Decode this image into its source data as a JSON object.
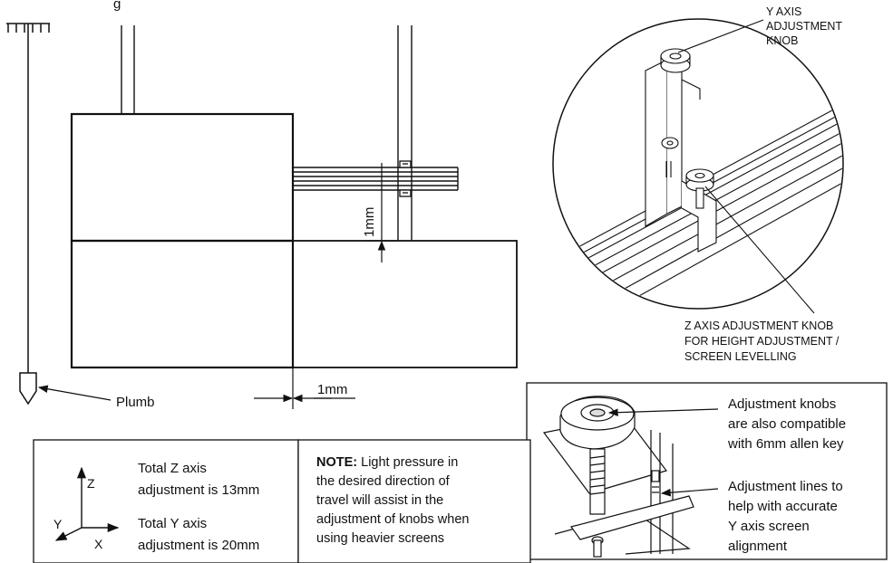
{
  "top_left_fragment": "g",
  "callouts": {
    "y_axis_knob": [
      "Y AXIS",
      "ADJUSTMENT",
      "KNOB"
    ],
    "z_axis_knob": [
      "Z AXIS ADJUSTMENT KNOB",
      "FOR HEIGHT ADJUSTMENT /",
      "SCREEN LEVELLING"
    ],
    "plumb": "Plumb",
    "vertical_gap": "1mm",
    "horizontal_gap": "1mm",
    "knob_compat": [
      "Adjustment knobs",
      "are also compatible",
      "with 6mm allen key"
    ],
    "adjust_lines": [
      "Adjustment lines to",
      "help with accurate",
      "Y axis screen",
      "alignment"
    ]
  },
  "axes_box": {
    "axis_labels": {
      "z": "Z",
      "y": "Y",
      "x": "X"
    },
    "z_total": [
      "Total Z axis",
      "adjustment is 13mm"
    ],
    "y_total": [
      "Total Y axis",
      "adjustment is 20mm"
    ]
  },
  "note": {
    "label": "NOTE:",
    "lines": [
      " Light pressure in",
      "the desired direction of",
      "travel will assist in the",
      "adjustment of knobs when",
      "using heavier screens"
    ]
  }
}
